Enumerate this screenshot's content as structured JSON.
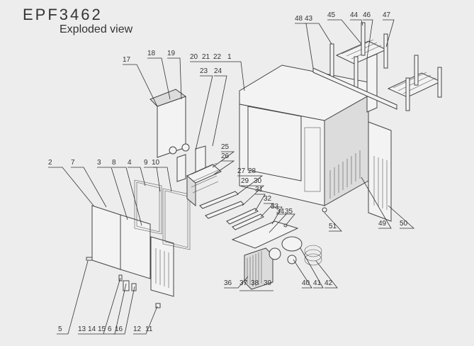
{
  "header": {
    "model": "EPF3462",
    "view": "Exploded view"
  },
  "labels": [
    {
      "id": "2",
      "text": "2"
    },
    {
      "id": "7",
      "text": "7"
    },
    {
      "id": "3",
      "text": "3"
    },
    {
      "id": "8",
      "text": "8"
    },
    {
      "id": "4",
      "text": "4"
    },
    {
      "id": "9",
      "text": "9"
    },
    {
      "id": "10",
      "text": "10"
    },
    {
      "id": "17",
      "text": "17"
    },
    {
      "id": "18",
      "text": "18"
    },
    {
      "id": "19",
      "text": "19"
    },
    {
      "id": "20",
      "text": "20"
    },
    {
      "id": "21",
      "text": "21"
    },
    {
      "id": "22",
      "text": "22"
    },
    {
      "id": "1",
      "text": "1"
    },
    {
      "id": "23",
      "text": "23"
    },
    {
      "id": "24",
      "text": "24"
    },
    {
      "id": "25",
      "text": "25"
    },
    {
      "id": "26",
      "text": "26"
    },
    {
      "id": "27",
      "text": "27"
    },
    {
      "id": "28",
      "text": "28"
    },
    {
      "id": "29",
      "text": "29"
    },
    {
      "id": "30",
      "text": "30"
    },
    {
      "id": "31",
      "text": "31"
    },
    {
      "id": "32",
      "text": "32"
    },
    {
      "id": "33",
      "text": "33"
    },
    {
      "id": "34",
      "text": "34"
    },
    {
      "id": "35",
      "text": "35"
    },
    {
      "id": "36",
      "text": "36"
    },
    {
      "id": "37",
      "text": "37"
    },
    {
      "id": "38",
      "text": "38"
    },
    {
      "id": "39",
      "text": "39"
    },
    {
      "id": "40",
      "text": "40"
    },
    {
      "id": "41",
      "text": "41"
    },
    {
      "id": "42",
      "text": "42"
    },
    {
      "id": "43",
      "text": "43"
    },
    {
      "id": "44",
      "text": "44"
    },
    {
      "id": "45",
      "text": "45"
    },
    {
      "id": "46",
      "text": "46"
    },
    {
      "id": "47",
      "text": "47"
    },
    {
      "id": "48",
      "text": "48"
    },
    {
      "id": "49",
      "text": "49"
    },
    {
      "id": "50",
      "text": "50"
    },
    {
      "id": "51",
      "text": "51"
    },
    {
      "id": "5",
      "text": "5"
    },
    {
      "id": "13",
      "text": "13"
    },
    {
      "id": "14",
      "text": "14"
    },
    {
      "id": "15",
      "text": "15"
    },
    {
      "id": "6",
      "text": "6"
    },
    {
      "id": "16",
      "text": "16"
    },
    {
      "id": "12",
      "text": "12"
    },
    {
      "id": "11",
      "text": "11"
    }
  ]
}
